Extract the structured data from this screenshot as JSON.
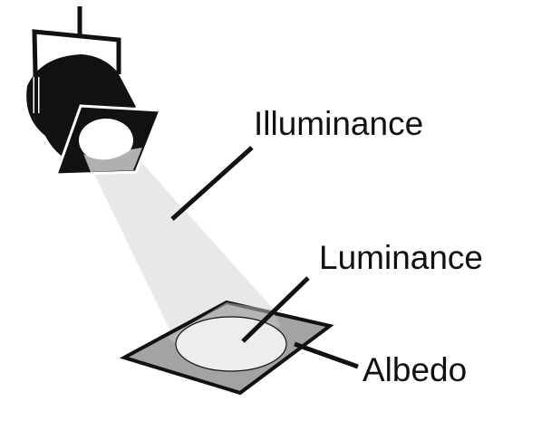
{
  "labels": {
    "illuminance": "Illuminance",
    "luminance": "Luminance",
    "albedo": "Albedo"
  },
  "colors": {
    "ink": "#111111",
    "beam": "#e4e4e4",
    "surface": "#a3a3a3",
    "spot": "#ededed"
  }
}
